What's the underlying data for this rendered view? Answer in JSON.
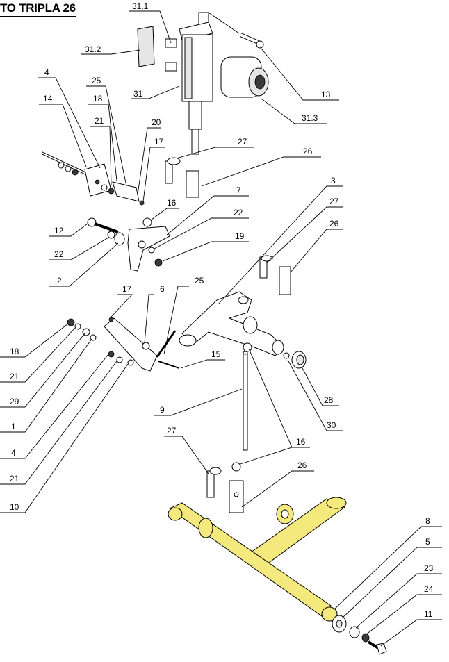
{
  "title": "TO TRIPLA 26",
  "colors": {
    "highlight": "#f3e97c",
    "line": "#000000"
  },
  "labels": [
    "31.1",
    "31.2",
    "31",
    "13",
    "31.3",
    "4",
    "25",
    "14",
    "18",
    "21",
    "20",
    "17",
    "27",
    "26",
    "16",
    "7",
    "22",
    "12",
    "19",
    "22",
    "2",
    "3",
    "27",
    "26",
    "17",
    "6",
    "25",
    "18",
    "21",
    "29",
    "1",
    "4",
    "21",
    "10",
    "15",
    "9",
    "28",
    "30",
    "27",
    "16",
    "26",
    "8",
    "5",
    "23",
    "24",
    "11"
  ]
}
